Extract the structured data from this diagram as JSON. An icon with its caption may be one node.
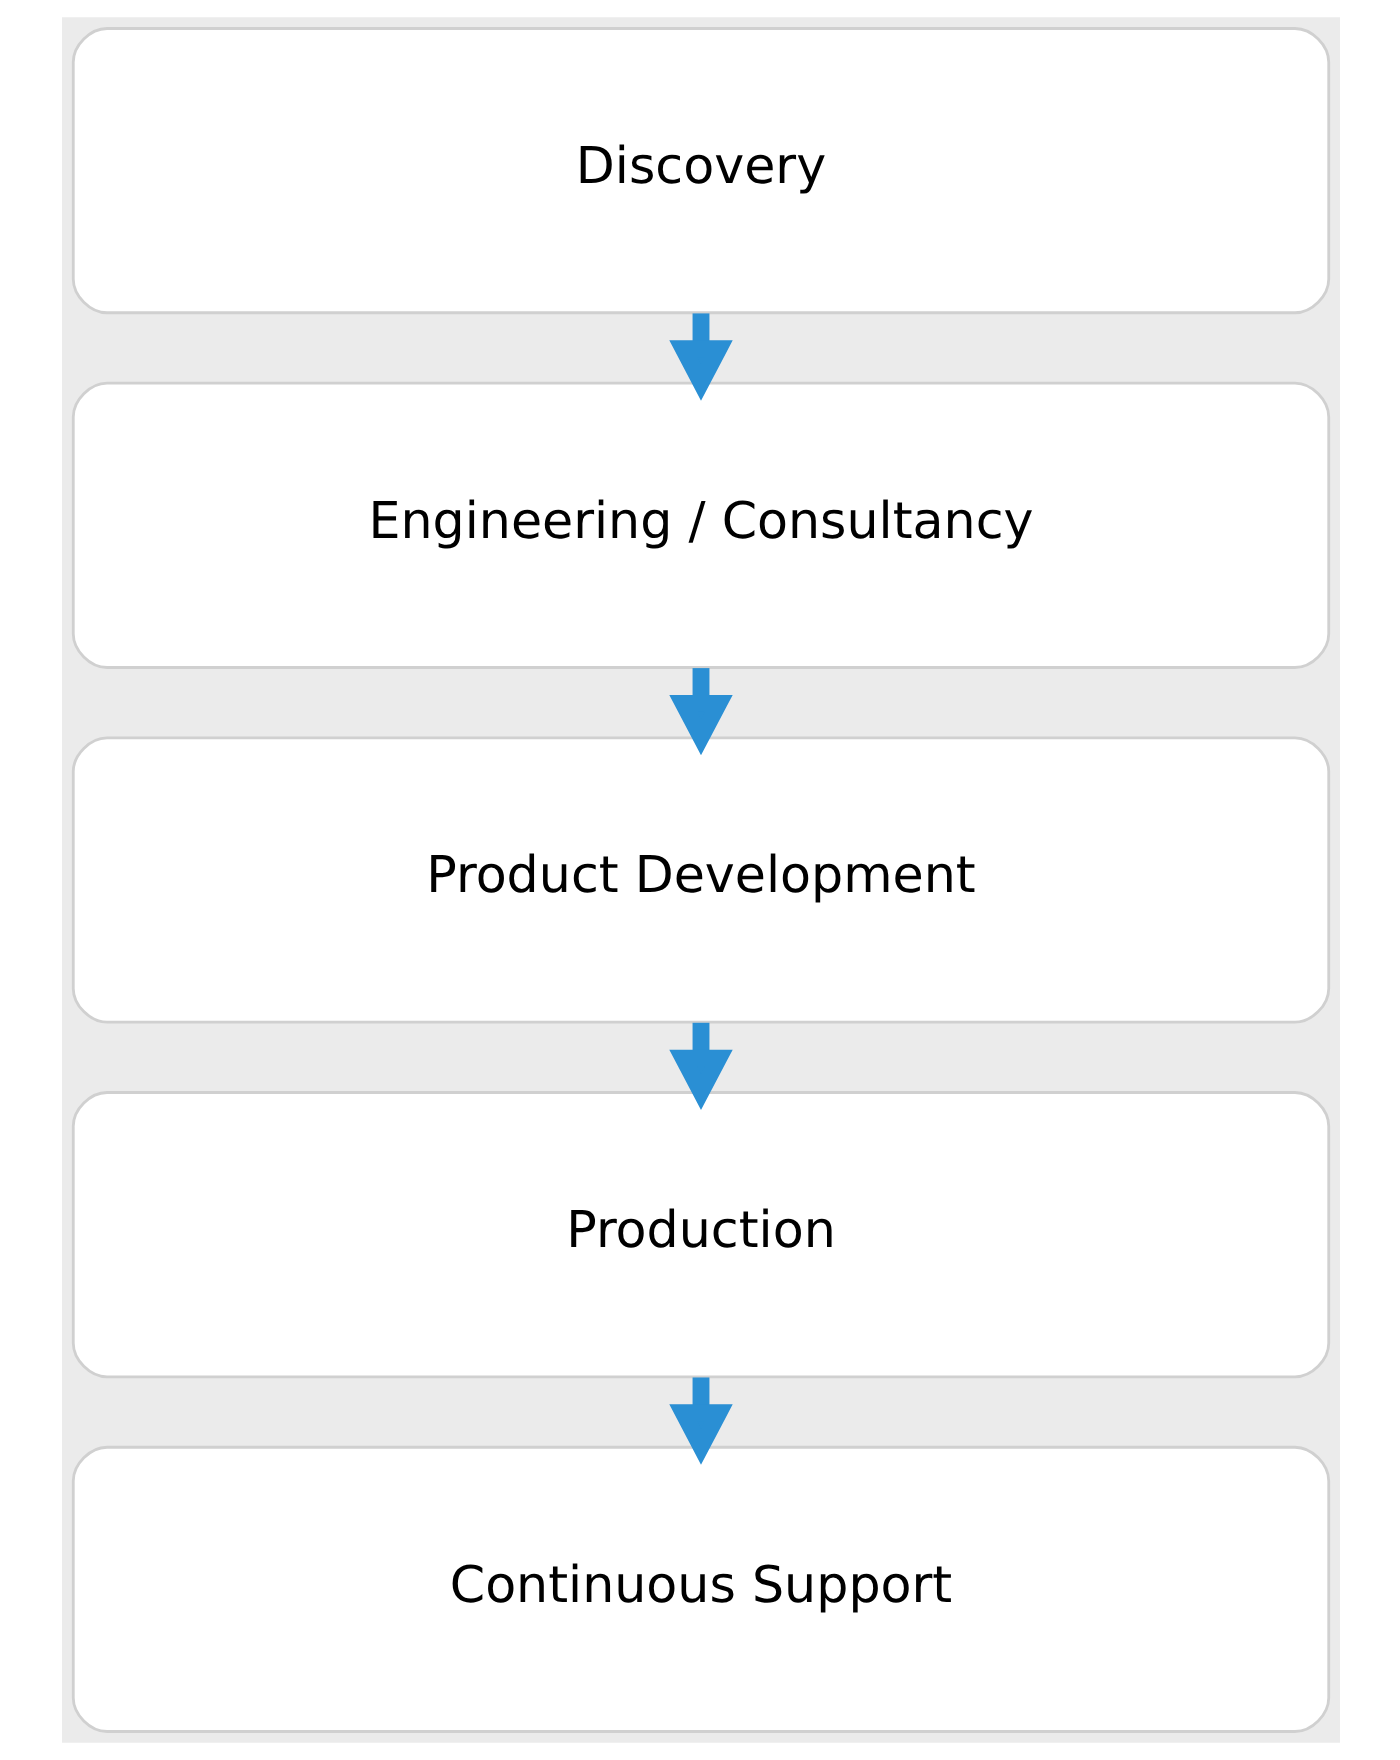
{
  "diagram": {
    "nodes": [
      {
        "text": [
          "Discovery"
        ]
      },
      {
        "text": [
          "Engineering / Consultancy"
        ]
      },
      {
        "text": [
          "Product Development"
        ]
      },
      {
        "text": [
          "Production"
        ]
      },
      {
        "text": [
          "Continuous Support"
        ]
      }
    ],
    "edges": [
      {
        "from": 0,
        "to": 1,
        "arrow": "to"
      },
      {
        "from": 1,
        "to": 2,
        "arrow": "to"
      },
      {
        "from": 2,
        "to": 3,
        "arrow": "to"
      },
      {
        "from": 3,
        "to": 4,
        "arrow": "to"
      }
    ]
  }
}
